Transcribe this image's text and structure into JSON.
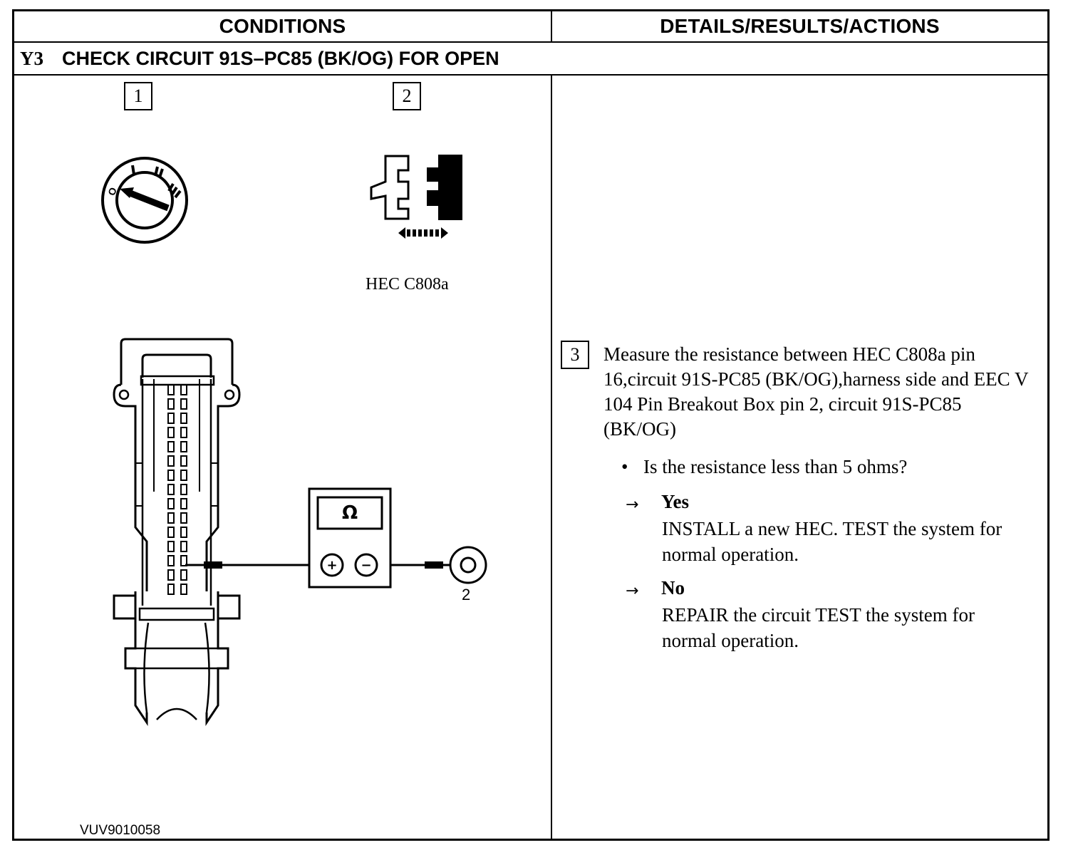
{
  "table": {
    "col_conditions": "CONDITIONS",
    "col_details": "DETAILS/RESULTS/ACTIONS"
  },
  "step": {
    "id": "Y3",
    "title": "CHECK CIRCUIT 91S–PC85 (BK/OG) FOR OPEN"
  },
  "conditions": {
    "steps": [
      {
        "number": "1",
        "icon": "ignition-off-icon"
      },
      {
        "number": "2",
        "icon": "connector-disconnect-icon",
        "label": "HEC C808a"
      }
    ],
    "meter_symbol": "Ω",
    "meter_plus": "+",
    "meter_minus": "−",
    "probe_pin_label": "2",
    "figure_code": "VUV9010058"
  },
  "details": {
    "step_number": "3",
    "instruction": "Measure the resistance between HEC C808a pin 16,circuit 91S-PC85 (BK/OG),harness side and EEC V 104 Pin Breakout Box pin 2, circuit 91S-PC85 (BK/OG)",
    "question": "Is the resistance less than 5 ohms?",
    "answers": [
      {
        "label": "Yes",
        "action": "INSTALL a new HEC. TEST the system for normal operation."
      },
      {
        "label": "No",
        "action": "REPAIR the circuit TEST the system for normal operation."
      }
    ]
  }
}
